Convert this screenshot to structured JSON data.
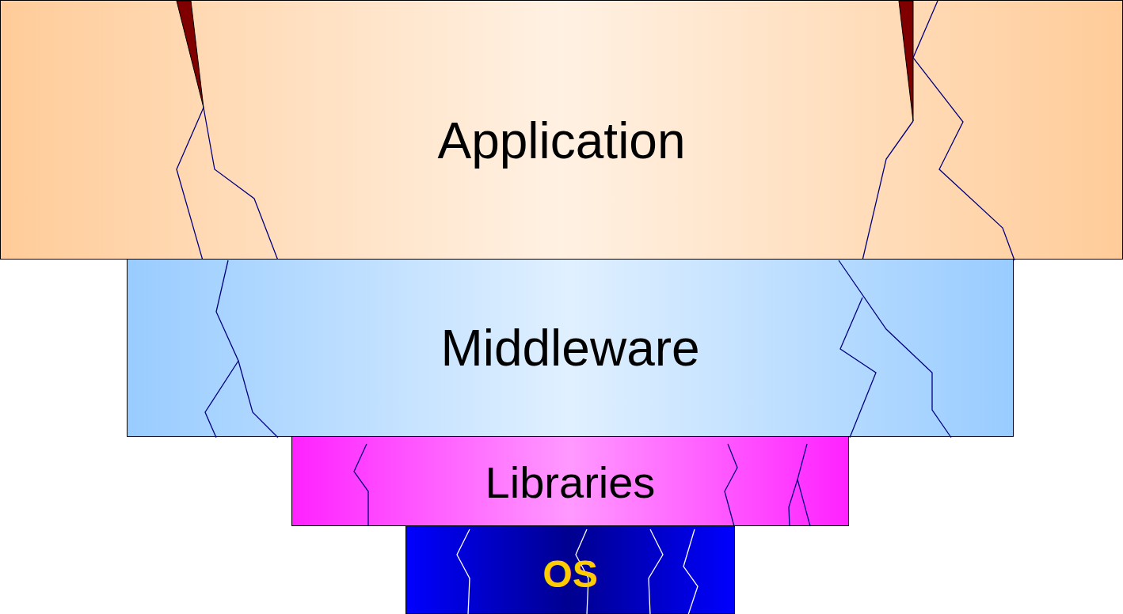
{
  "diagram": {
    "nodes": [
      {
        "text": [
          "Application"
        ]
      },
      {
        "text": [
          "Middleware"
        ]
      },
      {
        "text": [
          "Libraries"
        ]
      },
      {
        "text": [
          "OS"
        ]
      }
    ]
  }
}
